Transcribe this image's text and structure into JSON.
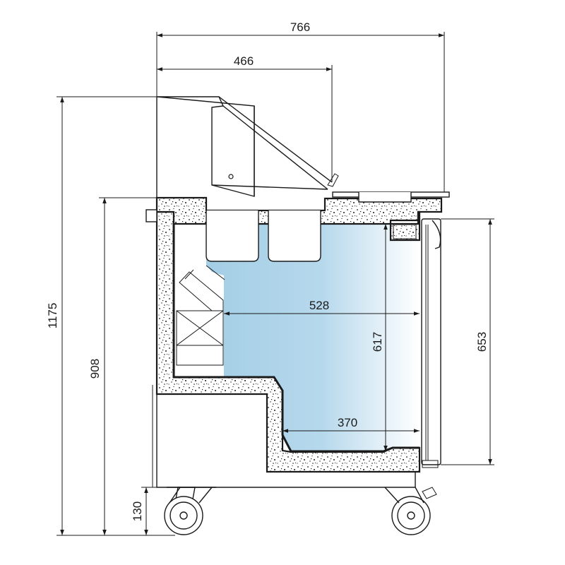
{
  "dimensions": {
    "overall_depth": "766",
    "lid_depth": "466",
    "overall_height": "1175",
    "worktop_height": "908",
    "interior_depth": "528",
    "interior_height": "617",
    "door_height": "653",
    "lower_depth": "370",
    "leg_height": "130"
  },
  "colors": {
    "interior_fill_top": "#9ecbe4",
    "interior_fill_edge": "#ffffff",
    "line": "#1a1a1a",
    "speckle": "#1a1a1a"
  }
}
